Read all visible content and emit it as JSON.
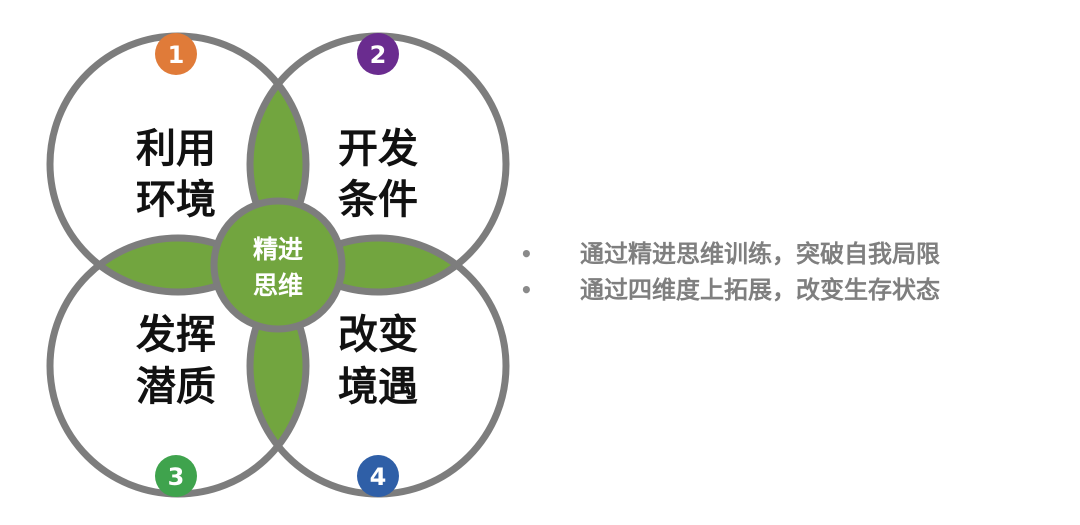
{
  "center": {
    "line1": "精进",
    "line2": "思维"
  },
  "quadrants": [
    {
      "number": "1",
      "line1": "利用",
      "line2": "环境",
      "badge_color": "#E07B39"
    },
    {
      "number": "2",
      "line1": "开发",
      "line2": "条件",
      "badge_color": "#6A2C8F"
    },
    {
      "number": "3",
      "line1": "发挥",
      "line2": "潜质",
      "badge_color": "#3FA34D"
    },
    {
      "number": "4",
      "line1": "改变",
      "line2": "境遇",
      "badge_color": "#2F5FA7"
    }
  ],
  "bullets": [
    {
      "marker": "•",
      "text": "通过精进思维训练，突破自我局限"
    },
    {
      "marker": "•",
      "text": "通过四维度上拓展，改变生存状态"
    }
  ],
  "colors": {
    "ring": "#7d7d7d",
    "lens": "#72A53F",
    "center_text": "#ffffff",
    "label_text": "#111111",
    "bullet_text": "#7f7f7f"
  }
}
